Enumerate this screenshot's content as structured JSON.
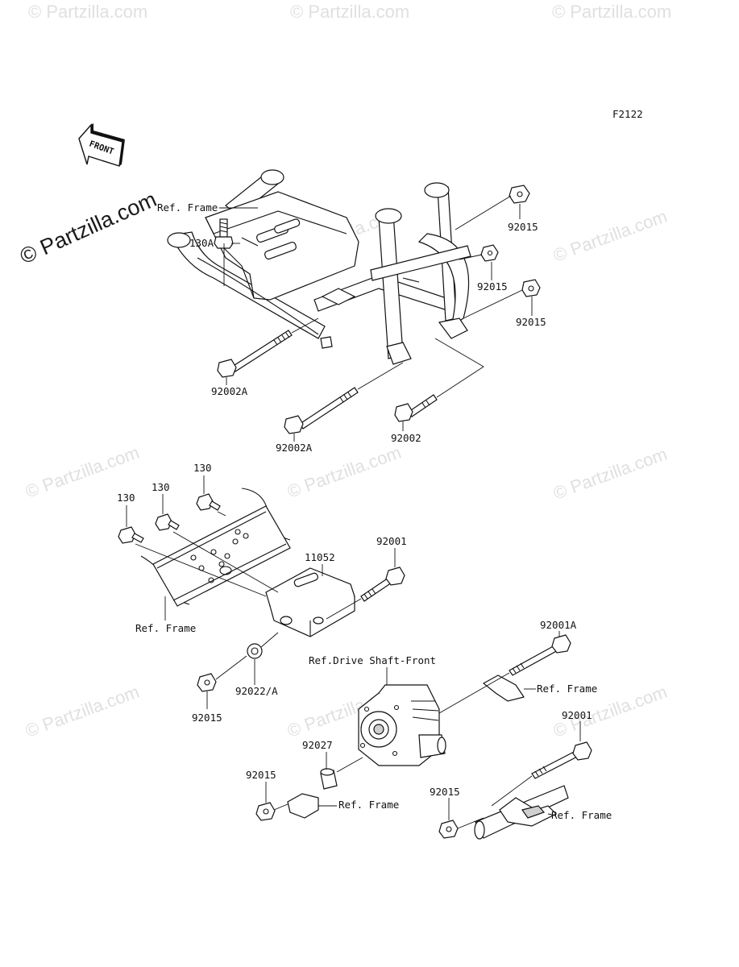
{
  "figure_code": "F2122",
  "front_arrow_text": "FRONT",
  "watermark": {
    "text": "© Partzilla.com",
    "big_text": "© Partzilla.com"
  },
  "labels": {
    "ref_frame_top": "Ref. Frame",
    "p92015_a": "92015",
    "p92015_b": "92015",
    "p92015_c": "92015",
    "p130A": "130A",
    "p92002A_a": "92002A",
    "p92002A_b": "92002A",
    "p92002": "92002",
    "p130_a": "130",
    "p130_b": "130",
    "p130_c": "130",
    "p92001_a": "92001",
    "p11052": "11052",
    "ref_frame_mid": "Ref. Frame",
    "p92001A": "92001A",
    "ref_drive_shaft": "Ref.Drive Shaft-Front",
    "ref_frame_right": "Ref. Frame",
    "p92022A": "92022/A",
    "p92015_d": "92015",
    "p92027": "92027",
    "p92001_b": "92001",
    "p92015_e": "92015",
    "ref_frame_low": "Ref. Frame",
    "p92015_f": "92015",
    "ref_frame_bottom": "Ref. Frame"
  }
}
